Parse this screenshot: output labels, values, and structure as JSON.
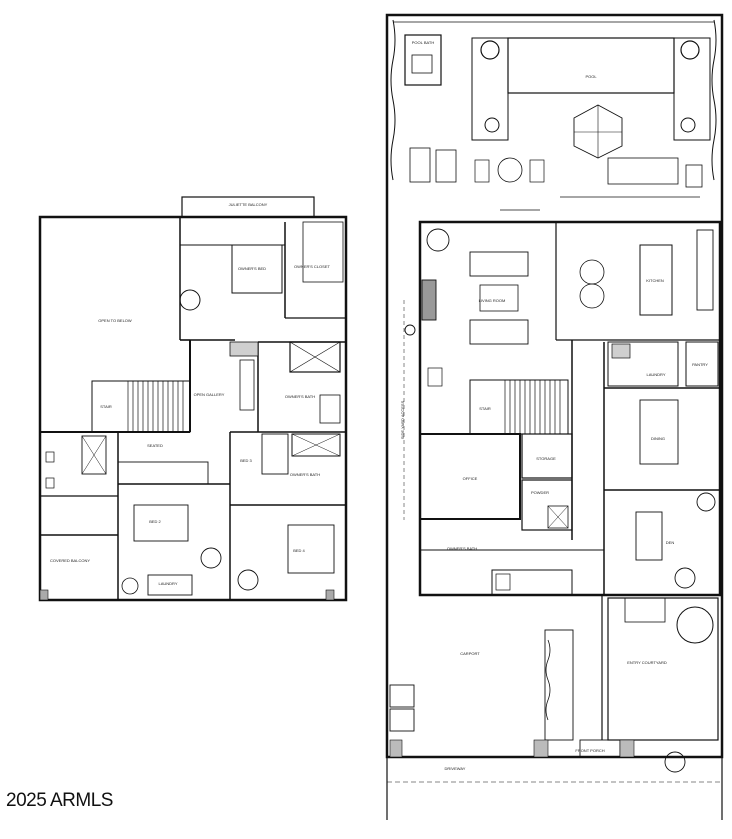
{
  "copyright": "2025 ARMLS",
  "plans": {
    "upper_floor": {
      "labels": {
        "balcony": "JULIETTE BALCONY",
        "open_to_below": "OPEN TO BELOW",
        "stair": "STAIR",
        "owners_bed": "OWNER'S BED",
        "owners_closet": "OWNER'S CLOSET",
        "owners_bath": "OWNER'S BATH",
        "gallery": "OPEN GALLERY",
        "seated": "SEATED",
        "bed2": "BED 2",
        "bed3": "BED 3",
        "bed4": "BED 4",
        "owners_bath2": "OWNER'S BATH",
        "laundry": "LAUNDRY",
        "covered": "COVERED BALCONY"
      }
    },
    "main_floor": {
      "labels": {
        "pool_bath": "POOL BATH",
        "pool": "POOL",
        "side_yard": "SIDE YARD ACCESS",
        "living": "LIVING ROOM",
        "kitchen": "KITCHEN",
        "stair": "STAIR",
        "dining": "DINING",
        "office": "OFFICE",
        "storage": "STORAGE",
        "powder": "POWDER",
        "owners_bath": "OWNER'S BATH",
        "den": "DEN",
        "carport": "CARPORT",
        "entry": "ENTRY COURTYARD",
        "pantry": "PANTRY",
        "laundry": "LAUNDRY",
        "front_porch": "FRONT PORCH",
        "driveway": "DRIVEWAY"
      }
    }
  }
}
